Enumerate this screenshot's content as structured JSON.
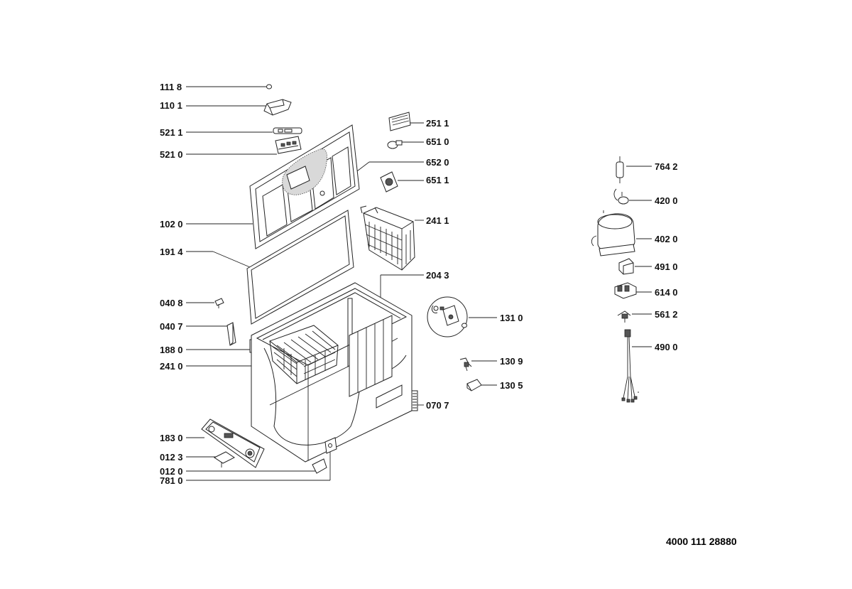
{
  "diagram": {
    "labels": [
      {
        "id": "1118",
        "text": "111 8"
      },
      {
        "id": "1101",
        "text": "110 1"
      },
      {
        "id": "5211",
        "text": "521 1"
      },
      {
        "id": "5210",
        "text": "521 0"
      },
      {
        "id": "1020",
        "text": "102 0"
      },
      {
        "id": "1914",
        "text": "191 4"
      },
      {
        "id": "0408",
        "text": "040 8"
      },
      {
        "id": "0407",
        "text": "040 7"
      },
      {
        "id": "1880",
        "text": "188 0"
      },
      {
        "id": "2410",
        "text": "241 0"
      },
      {
        "id": "1830",
        "text": "183 0"
      },
      {
        "id": "0123",
        "text": "012 3"
      },
      {
        "id": "0120",
        "text": "012 0"
      },
      {
        "id": "7810",
        "text": "781 0"
      },
      {
        "id": "2511",
        "text": "251 1"
      },
      {
        "id": "6510",
        "text": "651 0"
      },
      {
        "id": "6520",
        "text": "652 0"
      },
      {
        "id": "6511",
        "text": "651 1"
      },
      {
        "id": "2411",
        "text": "241 1"
      },
      {
        "id": "2043",
        "text": "204 3"
      },
      {
        "id": "1310",
        "text": "131 0"
      },
      {
        "id": "1309",
        "text": "130 9"
      },
      {
        "id": "1305",
        "text": "130 5"
      },
      {
        "id": "0707",
        "text": "070 7"
      },
      {
        "id": "7642",
        "text": "764 2"
      },
      {
        "id": "4200",
        "text": "420 0"
      },
      {
        "id": "4020",
        "text": "402 0"
      },
      {
        "id": "4910",
        "text": "491 0"
      },
      {
        "id": "6140",
        "text": "614 0"
      },
      {
        "id": "5612",
        "text": "561 2"
      },
      {
        "id": "4900",
        "text": "490 0"
      }
    ],
    "document_number": "4000 111 28880"
  }
}
